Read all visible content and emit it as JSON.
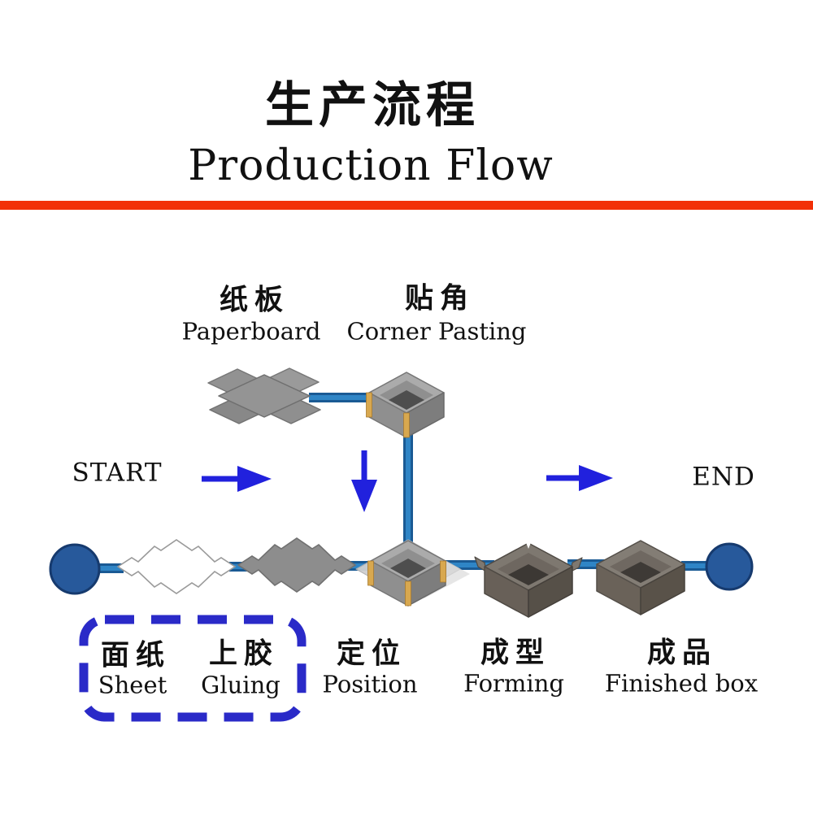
{
  "title": {
    "zh": "生产流程",
    "en": "Production Flow"
  },
  "labels": {
    "start": "START",
    "end": "END"
  },
  "top_steps": [
    {
      "zh": "纸板",
      "en": "Paperboard",
      "icon": "flat-paperboard-icon"
    },
    {
      "zh": "贴角",
      "en": "Corner Pasting",
      "icon": "corner-pasted-box-icon"
    }
  ],
  "bottom_steps": [
    {
      "zh": "面纸",
      "en": "Sheet",
      "icon": "white-sheet-icon",
      "in_dashed_group": true
    },
    {
      "zh": "上胶",
      "en": "Gluing",
      "icon": "glued-sheet-icon",
      "in_dashed_group": true
    },
    {
      "zh": "定位",
      "en": "Position",
      "icon": "positioned-box-icon",
      "in_dashed_group": false
    },
    {
      "zh": "成型",
      "en": "Forming",
      "icon": "forming-box-icon",
      "in_dashed_group": false
    },
    {
      "zh": "成品",
      "en": "Finished box",
      "icon": "finished-box-icon",
      "in_dashed_group": false
    }
  ],
  "colors": {
    "divider": "#f23008",
    "arrow_blue": "#2121dd",
    "flow_line_dark": "#1a5a94",
    "flow_line_light": "#2f85c6",
    "node_circle": "#27599b",
    "dashed_border": "#2a2ac8"
  }
}
